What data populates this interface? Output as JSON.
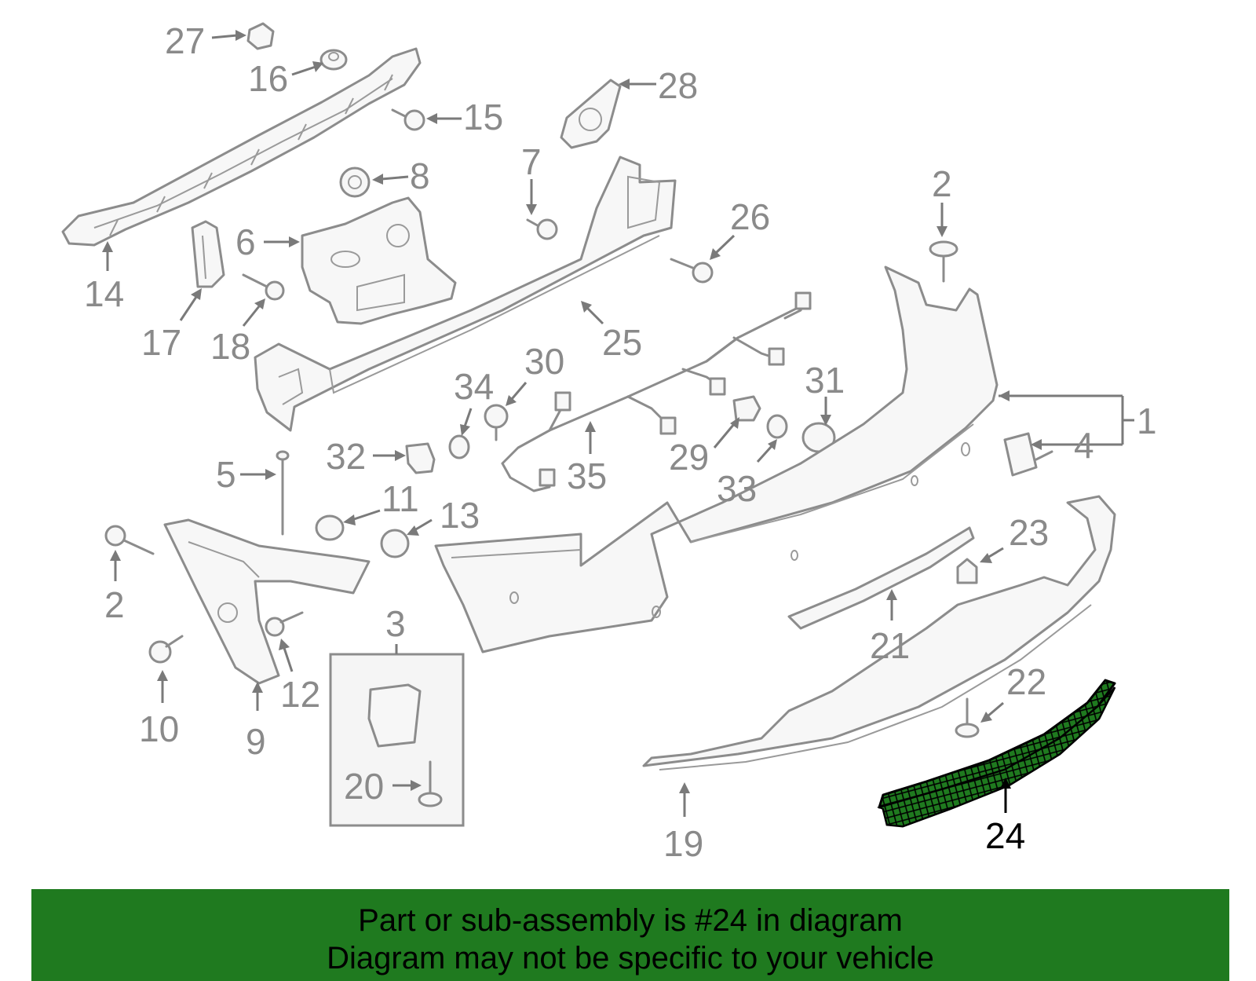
{
  "diagram": {
    "highlight_color": "#1f7a1f",
    "highlighted_part": "24",
    "callouts": [
      "27",
      "16",
      "15",
      "28",
      "8",
      "7",
      "2",
      "26",
      "6",
      "14",
      "17",
      "18",
      "25",
      "30",
      "34",
      "31",
      "1",
      "32",
      "29",
      "33",
      "4",
      "35",
      "5",
      "11",
      "13",
      "23",
      "2",
      "21",
      "3",
      "12",
      "10",
      "9",
      "22",
      "20",
      "19",
      "24"
    ],
    "kit_label": "3"
  },
  "footer": {
    "line1": "Part or sub-assembly is #24 in diagram",
    "line2": "Diagram may not be specific to your vehicle",
    "background": "#1f7a1f"
  }
}
